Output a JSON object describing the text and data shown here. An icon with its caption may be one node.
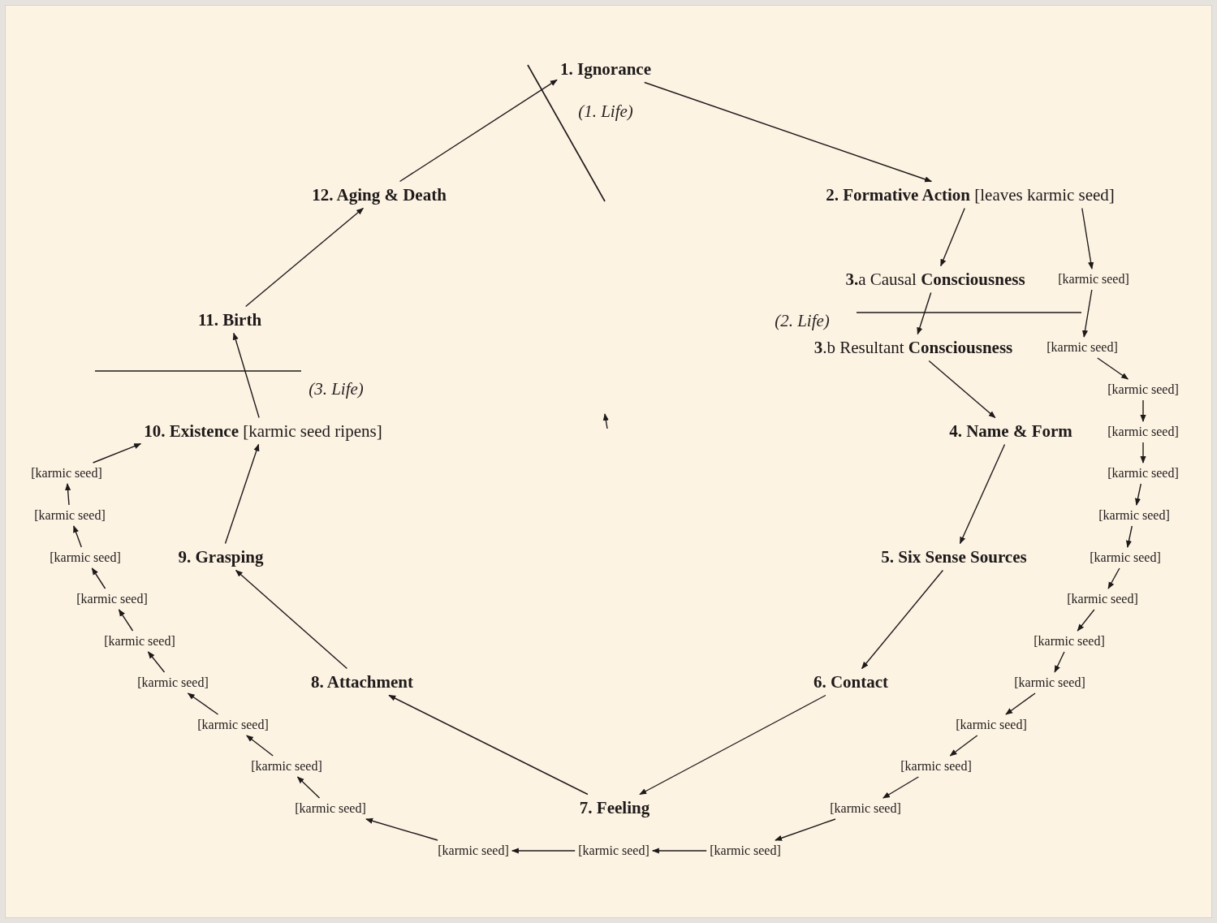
{
  "diagram": {
    "nodes": [
      {
        "text": [
          "1. Ignorance"
        ]
      },
      {
        "text": [
          "**2. Formative Action** [leaves karmic seed]"
        ]
      },
      {
        "text": [
          "**3.**a Causal **Consciousness**"
        ]
      },
      {
        "text": [
          "**3**.b Resultant **Consciousness**"
        ]
      },
      {
        "text": [
          "4. Name & Form"
        ]
      },
      {
        "text": [
          "5. Six Sense Sources"
        ]
      },
      {
        "text": [
          "6. Contact"
        ]
      },
      {
        "text": [
          "7. Feeling"
        ]
      },
      {
        "text": [
          "8. Attachment"
        ]
      },
      {
        "text": [
          "9. Grasping"
        ]
      },
      {
        "text": [
          "**10. Existence** [karmic seed ripens]"
        ]
      },
      {
        "text": [
          "11. Birth"
        ]
      },
      {
        "text": [
          "12. Aging & Death"
        ]
      },
      {
        "text": [
          "[karmic seed]"
        ]
      },
      {
        "text": [
          "[karmic seed]"
        ]
      },
      {
        "text": [
          "[karmic seed]"
        ]
      },
      {
        "text": [
          "[karmic seed]"
        ]
      },
      {
        "text": [
          "[karmic seed]"
        ]
      },
      {
        "text": [
          "[karmic seed]"
        ]
      },
      {
        "text": [
          "[karmic seed]"
        ]
      },
      {
        "text": [
          "[karmic seed]"
        ]
      },
      {
        "text": [
          "[karmic seed]"
        ]
      },
      {
        "text": [
          "[karmic seed]"
        ]
      },
      {
        "text": [
          "[karmic seed]"
        ]
      },
      {
        "text": [
          "[karmic seed]"
        ]
      },
      {
        "text": [
          "[karmic seed]"
        ]
      },
      {
        "text": [
          "[karmic seed]"
        ]
      },
      {
        "text": [
          "[karmic seed]"
        ]
      },
      {
        "text": [
          "[karmic seed]"
        ]
      },
      {
        "text": [
          "[karmic seed]"
        ]
      },
      {
        "text": [
          "[karmic seed]"
        ]
      },
      {
        "text": [
          "[karmic seed]"
        ]
      },
      {
        "text": [
          "[karmic seed]"
        ]
      },
      {
        "text": [
          "[karmic seed]"
        ]
      },
      {
        "text": [
          "[karmic seed]"
        ]
      },
      {
        "text": [
          "[karmic seed]"
        ]
      },
      {
        "text": [
          "[karmic seed]"
        ]
      },
      {
        "text": [
          "[karmic seed]"
        ]
      }
    ],
    "edges": [
      {
        "from": 0,
        "to": 1,
        "arrow": "to"
      },
      {
        "from": 1,
        "to": 2,
        "arrow": "to"
      },
      {
        "from": 2,
        "to": 3,
        "arrow": "to"
      },
      {
        "from": 3,
        "to": 4,
        "arrow": "to"
      },
      {
        "from": 4,
        "to": 5,
        "arrow": "to"
      },
      {
        "from": 5,
        "to": 6,
        "arrow": "to"
      },
      {
        "from": 6,
        "to": 7,
        "arrow": "to"
      },
      {
        "from": 7,
        "to": 8,
        "arrow": "to"
      },
      {
        "from": 8,
        "to": 9,
        "arrow": "to"
      },
      {
        "from": 9,
        "to": 10,
        "arrow": "to"
      },
      {
        "from": 10,
        "to": 11,
        "arrow": "to"
      },
      {
        "from": 11,
        "to": 12,
        "arrow": "to"
      },
      {
        "from": 12,
        "to": 0,
        "arrow": "to"
      },
      {
        "from": 1,
        "to": 13,
        "arrow": "to"
      },
      {
        "from": 13,
        "to": 14,
        "arrow": "to"
      },
      {
        "from": 14,
        "to": 15,
        "arrow": "to"
      },
      {
        "from": 15,
        "to": 16,
        "arrow": "to"
      },
      {
        "from": 16,
        "to": 17,
        "arrow": "to"
      },
      {
        "from": 17,
        "to": 18,
        "arrow": "to"
      },
      {
        "from": 18,
        "to": 19,
        "arrow": "to"
      },
      {
        "from": 19,
        "to": 20,
        "arrow": "to"
      },
      {
        "from": 20,
        "to": 21,
        "arrow": "to"
      },
      {
        "from": 21,
        "to": 22,
        "arrow": "to"
      },
      {
        "from": 22,
        "to": 23,
        "arrow": "to"
      },
      {
        "from": 23,
        "to": 24,
        "arrow": "to"
      },
      {
        "from": 24,
        "to": 25,
        "arrow": "to"
      },
      {
        "from": 25,
        "to": 26,
        "arrow": "to"
      },
      {
        "from": 26,
        "to": 27,
        "arrow": "to"
      },
      {
        "from": 27,
        "to": 28,
        "arrow": "to"
      },
      {
        "from": 28,
        "to": 29,
        "arrow": "to"
      },
      {
        "from": 29,
        "to": 30,
        "arrow": "to"
      },
      {
        "from": 30,
        "to": 31,
        "arrow": "to"
      },
      {
        "from": 31,
        "to": 32,
        "arrow": "to"
      },
      {
        "from": 32,
        "to": 33,
        "arrow": "to"
      },
      {
        "from": 33,
        "to": 34,
        "arrow": "to"
      },
      {
        "from": 34,
        "to": 35,
        "arrow": "to"
      },
      {
        "from": 35,
        "to": 36,
        "arrow": "to"
      },
      {
        "from": 36,
        "to": 37,
        "arrow": "to"
      },
      {
        "from": 37,
        "to": 10,
        "arrow": "to"
      }
    ],
    "labels": [
      "(1. Life)",
      "(2. Life)",
      "(3. Life)"
    ]
  }
}
